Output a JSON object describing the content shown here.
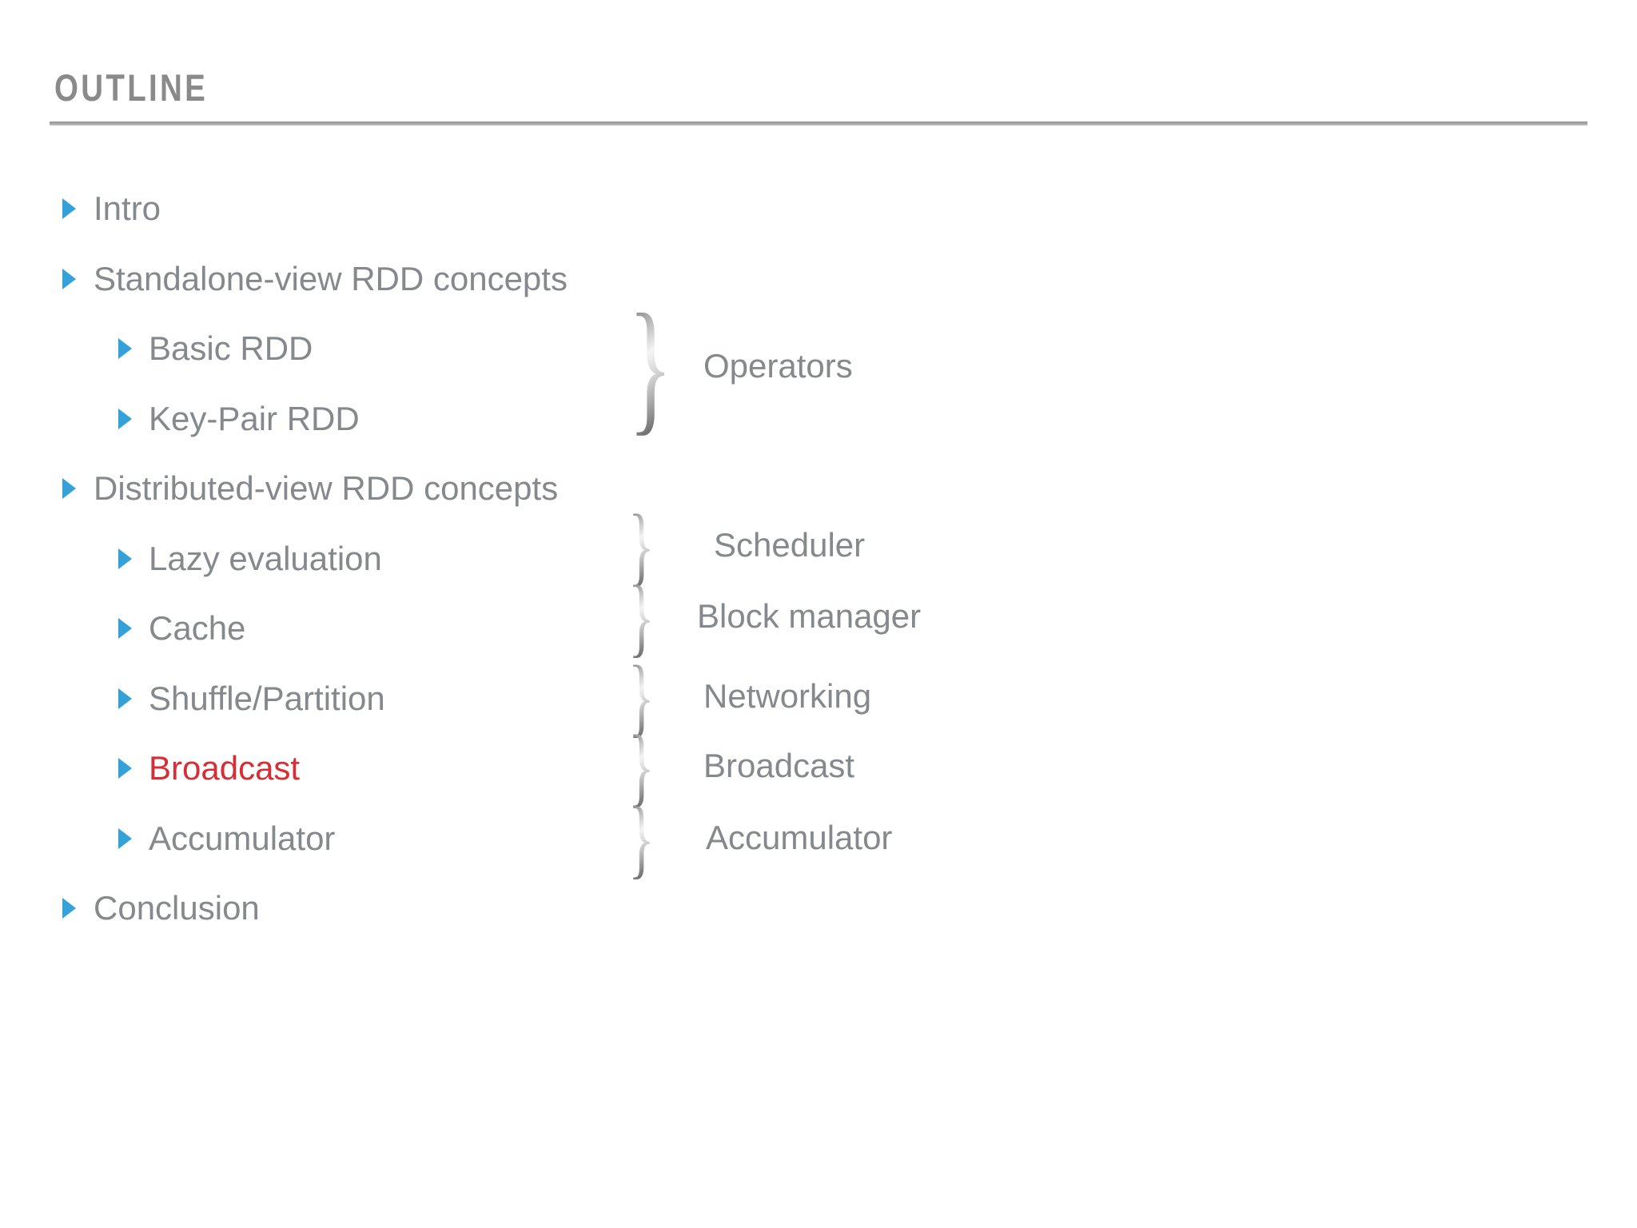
{
  "slide": {
    "title": "OUTLINE"
  },
  "outline": {
    "items": [
      {
        "label": "Intro",
        "level": 1,
        "emphasis": false
      },
      {
        "label": "Standalone-view RDD concepts",
        "level": 1,
        "emphasis": false
      },
      {
        "label": "Basic RDD",
        "level": 2,
        "emphasis": false
      },
      {
        "label": "Key-Pair RDD",
        "level": 2,
        "emphasis": false
      },
      {
        "label": "Distributed-view RDD concepts",
        "level": 1,
        "emphasis": false
      },
      {
        "label": "Lazy evaluation",
        "level": 2,
        "emphasis": false
      },
      {
        "label": "Cache",
        "level": 2,
        "emphasis": false
      },
      {
        "label": "Shuffle/Partition",
        "level": 2,
        "emphasis": false
      },
      {
        "label": "Broadcast",
        "level": 2,
        "emphasis": true
      },
      {
        "label": "Accumulator",
        "level": 2,
        "emphasis": false
      },
      {
        "label": "Conclusion",
        "level": 1,
        "emphasis": false
      }
    ]
  },
  "annotations": {
    "brace_glyph": "}",
    "groups": [
      {
        "label": "Operators",
        "size": "large",
        "span_items": [
          2,
          3
        ]
      },
      {
        "label": "Scheduler",
        "size": "small",
        "span_items": [
          5
        ]
      },
      {
        "label": "Block manager",
        "size": "small",
        "span_items": [
          6
        ]
      },
      {
        "label": "Networking",
        "size": "small",
        "span_items": [
          7
        ]
      },
      {
        "label": "Broadcast",
        "size": "small",
        "span_items": [
          8
        ]
      },
      {
        "label": "Accumulator",
        "size": "small",
        "span_items": [
          9
        ]
      }
    ]
  },
  "colors": {
    "accent_blue": "#35a1d9",
    "emphasis_red": "#d62e34",
    "text_gray": "#85888c",
    "title_gray": "#8a8a8a",
    "rule_gray": "#a9a9a9"
  }
}
